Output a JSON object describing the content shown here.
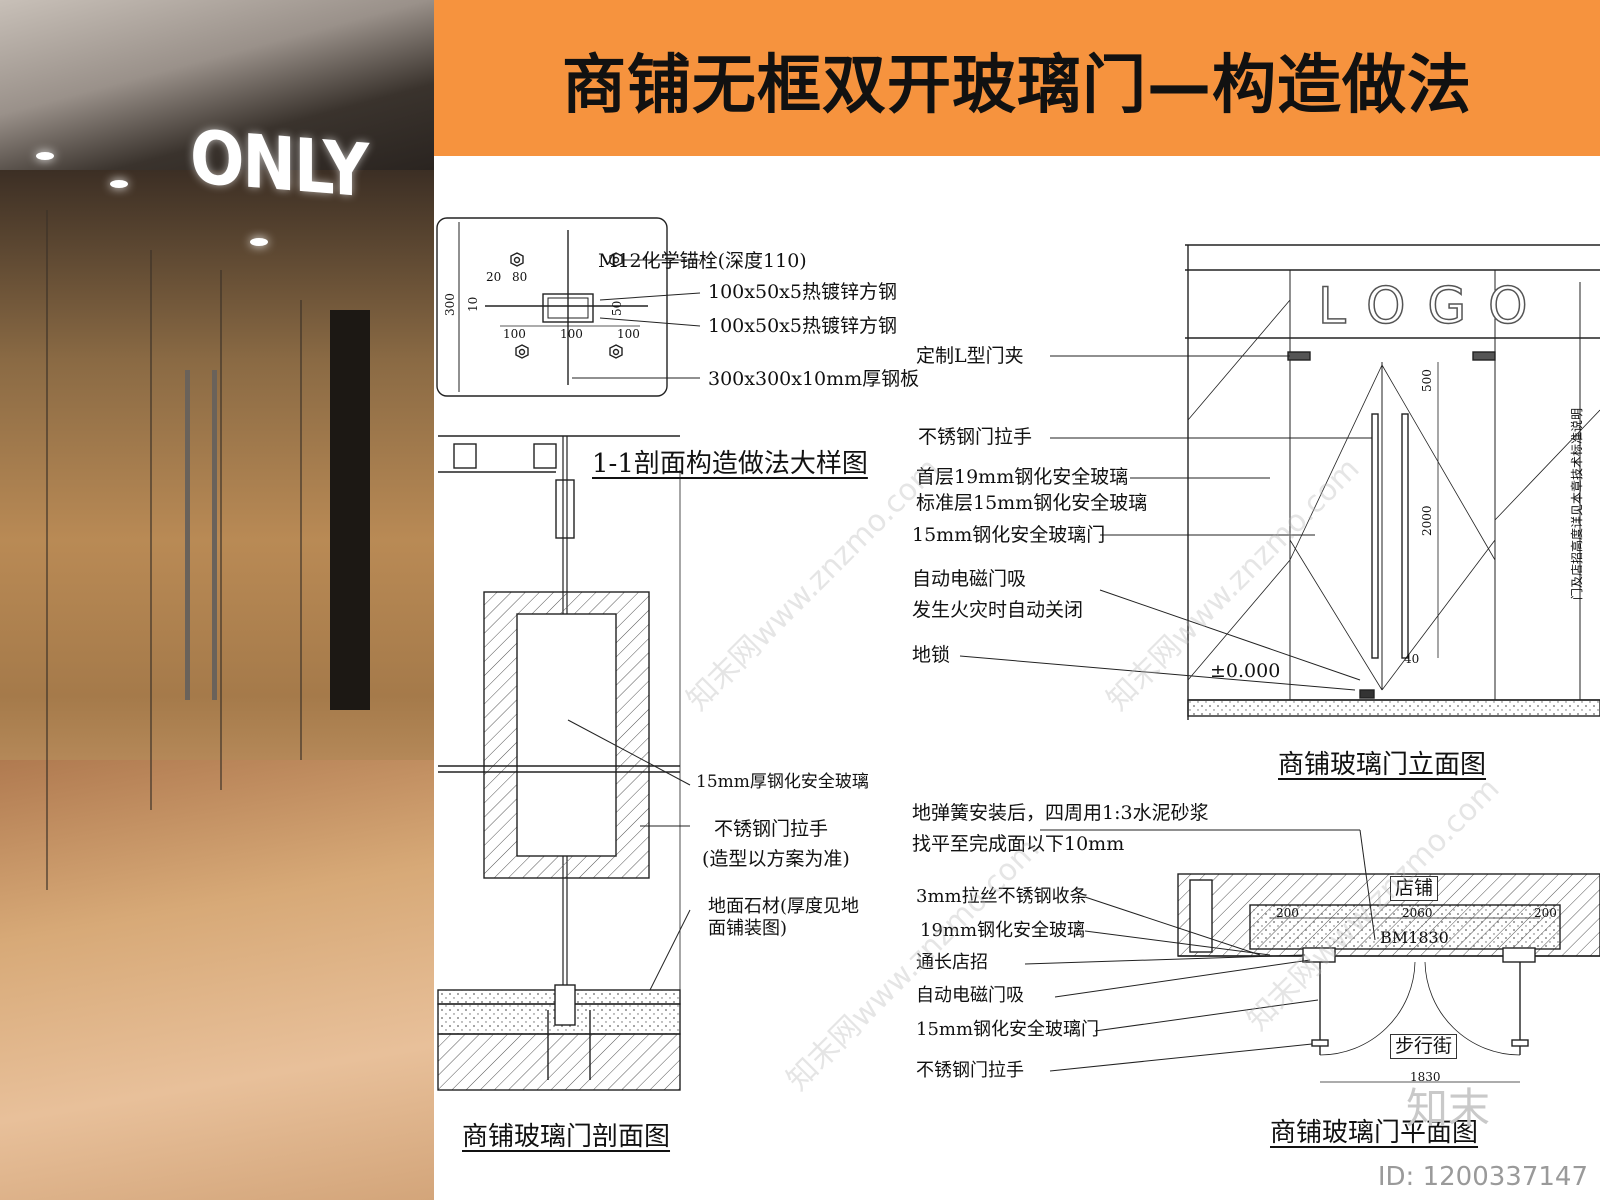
{
  "title": "商铺无框双开玻璃门—构造做法",
  "photo": {
    "store_logo": "ONLY"
  },
  "detail": {
    "labels": [
      "M12化学锚栓(深度110)",
      "100x50x5热镀锌方钢",
      "100x50x5热镀锌方钢",
      "300x300x10mm厚钢板"
    ],
    "dims": {
      "d20": "20",
      "d80": "80",
      "d10": "10",
      "d50": "50",
      "d100a": "100",
      "d100b": "100",
      "d100c": "100",
      "d300": "300"
    },
    "caption": "1-1剖面构造做法大样图"
  },
  "section": {
    "labels": [
      "15mm厚钢化安全玻璃",
      "不锈钢门拉手",
      "(造型以方案为准)",
      "地面石材(厚度见地",
      "面铺装图)"
    ],
    "caption": "商铺玻璃门剖面图"
  },
  "elevation": {
    "logo_text": "LOGO",
    "labels": [
      "定制L型门夹",
      "不锈钢门拉手",
      "首层19mm钢化安全玻璃",
      "标准层15mm钢化安全玻璃",
      "15mm钢化安全玻璃门",
      "自动电磁门吸",
      "发生火灾时自动关闭",
      "地锁",
      "±0.000"
    ],
    "dims": {
      "d500": "500",
      "d2000": "2000",
      "d40": "40"
    },
    "side_note": "门及店招高度详见本章技术标准说明",
    "caption": "商铺玻璃门立面图"
  },
  "plan": {
    "labels": [
      "地弹簧安装后，四周用1:3水泥砂浆",
      "找平至完成面以下10mm",
      "3mm拉丝不锈钢收条",
      "19mm钢化安全玻璃",
      "通长店招",
      "自动电磁门吸",
      "15mm钢化安全玻璃门",
      "不锈钢门拉手"
    ],
    "store": "店铺",
    "street": "步行街",
    "bm": "BM1830",
    "dims": {
      "d200a": "200",
      "d2060": "2060",
      "d200b": "200",
      "d1830": "1830"
    },
    "caption": "商铺玻璃门平面图"
  },
  "footer": {
    "mark": "知末",
    "id": "ID: 1200337147"
  },
  "watermark": "知末网www.znzmo.com"
}
